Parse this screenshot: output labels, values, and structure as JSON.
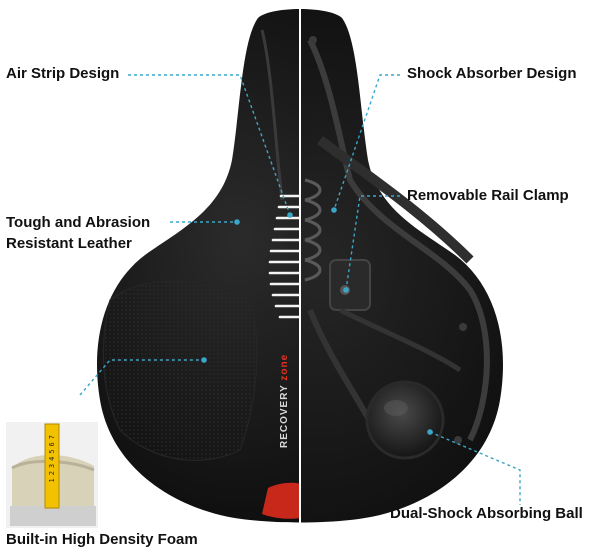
{
  "labels": {
    "air_strip": "Air Strip Design",
    "shock_absorber": "Shock Absorber Design",
    "rail_clamp": "Removable Rail Clamp",
    "leather_line1": "Tough and Abrasion",
    "leather_line2": "Resistant Leather",
    "absorbing_ball": "Dual-Shock Absorbing Ball",
    "foam": "Built-in High Density Foam"
  },
  "brand": {
    "word1": "RECOVERY",
    "word2": "zone"
  },
  "ruler": {
    "digits": "1234567"
  },
  "colors": {
    "callout_line": "#3aa6c8",
    "brand_accent": "#e0321f",
    "saddle": "#141414"
  }
}
